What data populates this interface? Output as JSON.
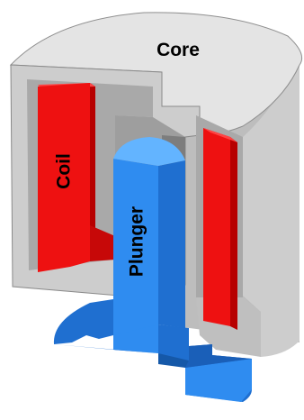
{
  "labels": {
    "core": "Core",
    "coil": "Coil",
    "plunger": "Plunger"
  },
  "colors": {
    "core_top": "#e4e4e4",
    "core_outer": "#cdcdcd",
    "core_inner_wall": "#bdbdbd",
    "core_cavity": "#a9a9a9",
    "coil_front": "#ee1111",
    "coil_side": "#b70000",
    "coil_top": "#ff4444",
    "plunger_front": "#2f8cf0",
    "plunger_side": "#1f6fd0",
    "plunger_top": "#63b4ff",
    "outline": "#555555"
  }
}
